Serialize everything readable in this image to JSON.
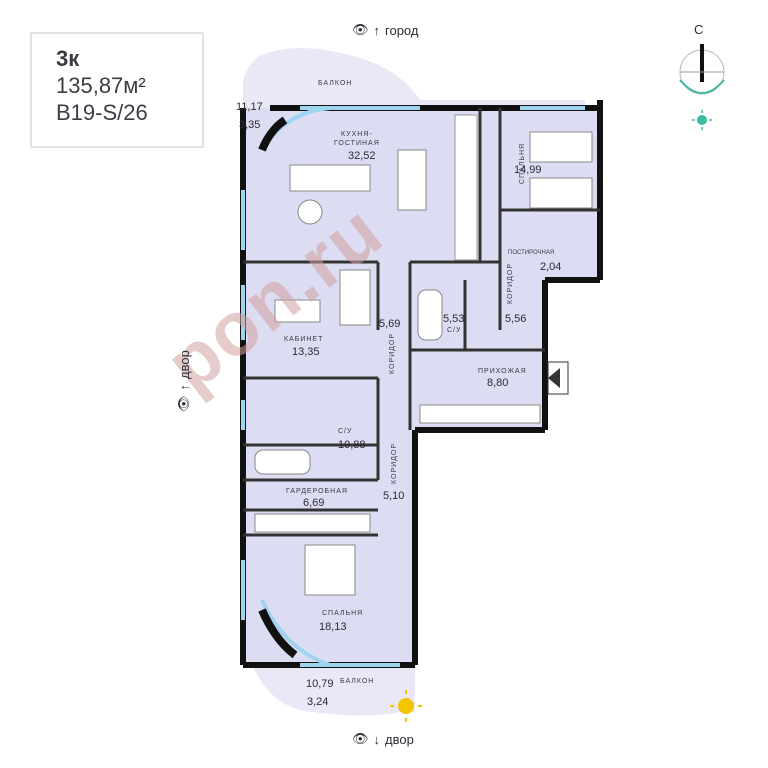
{
  "summary": {
    "rooms": "3к",
    "area": "135,87м²",
    "code": "B19-S/26"
  },
  "directions": {
    "top": "город",
    "bottom": "двор",
    "left": "двор",
    "compass": "С"
  },
  "rooms": {
    "balcony_top_name": "БАЛКОН",
    "balcony_top_area": "11,17",
    "balcony_top_ceiling": "3,35",
    "kitchen_name": "КУХНЯ-\nГОСТИНАЯ",
    "kitchen_area": "32,52",
    "bedroom_right_name": "СПАЛЬНЯ",
    "bedroom_right_area": "14,99",
    "laundry_name": "ПОСТИРОЧНАЯ",
    "laundry_area": "2,04",
    "corridor_right_name": "КОРИДОР",
    "corridor_right_area": "5,56",
    "bath_mid_name": "С/У",
    "bath_mid_area": "5,53",
    "corridor_mid_area": "5,69",
    "corridor_mid_name": "КОРИДОР",
    "office_name": "КАБИНЕТ",
    "office_area": "13,35",
    "hall_name": "ПРИХОЖАЯ",
    "hall_area": "8,80",
    "bath_left_name": "С/У",
    "bath_left_area": "10,88",
    "wardrobe_name": "ГАРДЕРОБНАЯ",
    "wardrobe_area": "6,69",
    "corridor_low_area": "5,10",
    "corridor_low_name": "КОРИДОР",
    "bedroom_bottom_name": "СПАЛЬНЯ",
    "bedroom_bottom_area": "18,13",
    "balcony_bottom_name": "БАЛКОН",
    "balcony_bottom_area": "10,79",
    "balcony_bottom_ceiling": "3,24"
  },
  "watermark": "pon.ru",
  "colors": {
    "room_fill": "#dcdcf2",
    "balcony_fill": "#e8e8f6",
    "wall": "#111111",
    "window": "#9fd4ee",
    "accent": "#3fb9a4",
    "sun": "#f5c400"
  }
}
